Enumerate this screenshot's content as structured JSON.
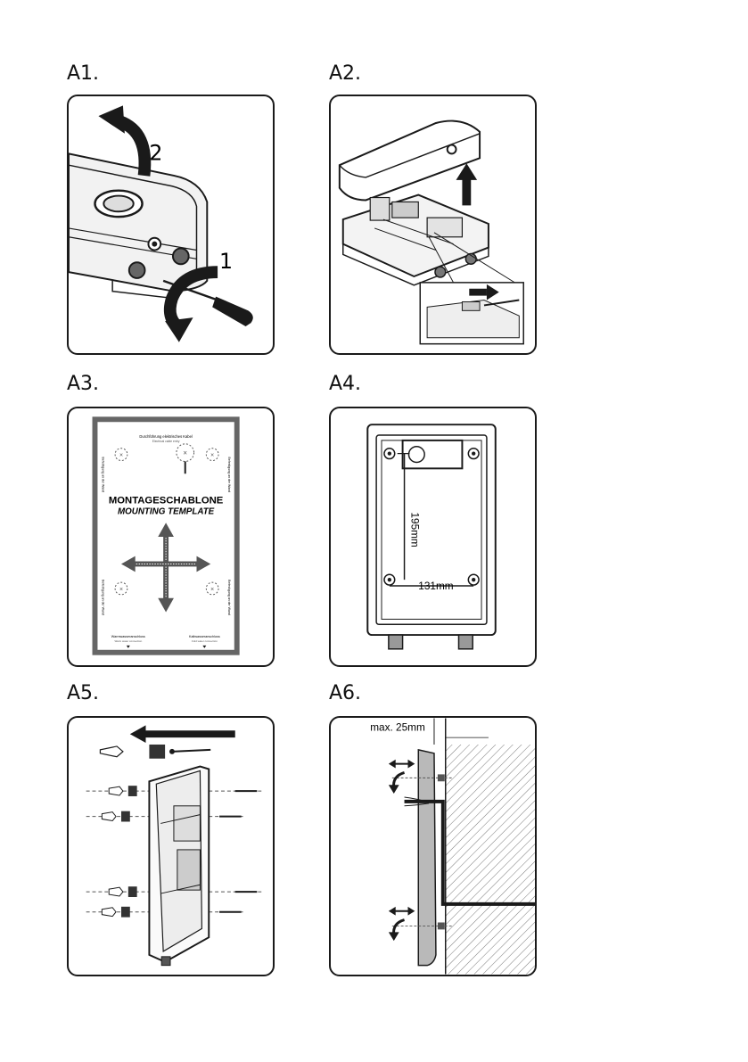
{
  "steps": [
    {
      "id": "A1",
      "label": "A1.",
      "callouts": [
        "1",
        "2"
      ]
    },
    {
      "id": "A2",
      "label": "A2."
    },
    {
      "id": "A3",
      "label": "A3.",
      "template": {
        "title": "MONTAGESCHABLONE",
        "subtitle": "MOUNTING TEMPLATE",
        "top_text": "Durchführung elektrisches Kabel",
        "top_sub": "Electrical cable entry",
        "hole_text": "Befestigung an der Wand",
        "bottom_left": "Warmwasseranschluss",
        "bottom_left_sub": "Warm water connection",
        "bottom_right": "Kaltwasseranschluss",
        "bottom_right_sub": "Cold water connection"
      }
    },
    {
      "id": "A4",
      "label": "A4.",
      "dimensions": {
        "height": "195mm",
        "width": "131mm"
      }
    },
    {
      "id": "A5",
      "label": "A5."
    },
    {
      "id": "A6",
      "label": "A6.",
      "max_text": "max. 25mm"
    }
  ],
  "colors": {
    "stroke": "#1a1a1a",
    "template_border": "#555555",
    "device_fill": "#b9b9b9"
  }
}
